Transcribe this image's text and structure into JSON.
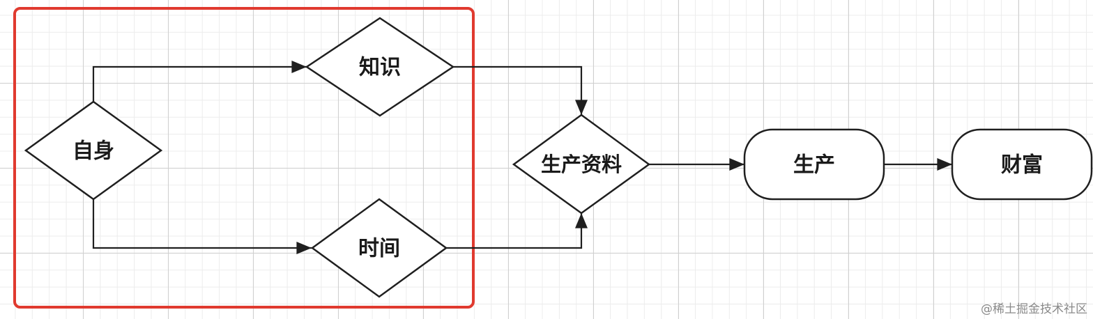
{
  "diagram": {
    "nodes": {
      "self": "自身",
      "knowledge": "知识",
      "time": "时间",
      "means_of_production": "生产资料",
      "production": "生产",
      "wealth": "财富"
    },
    "highlight_color": "#e03a2f"
  },
  "watermark": "@稀土掘金技术社区"
}
